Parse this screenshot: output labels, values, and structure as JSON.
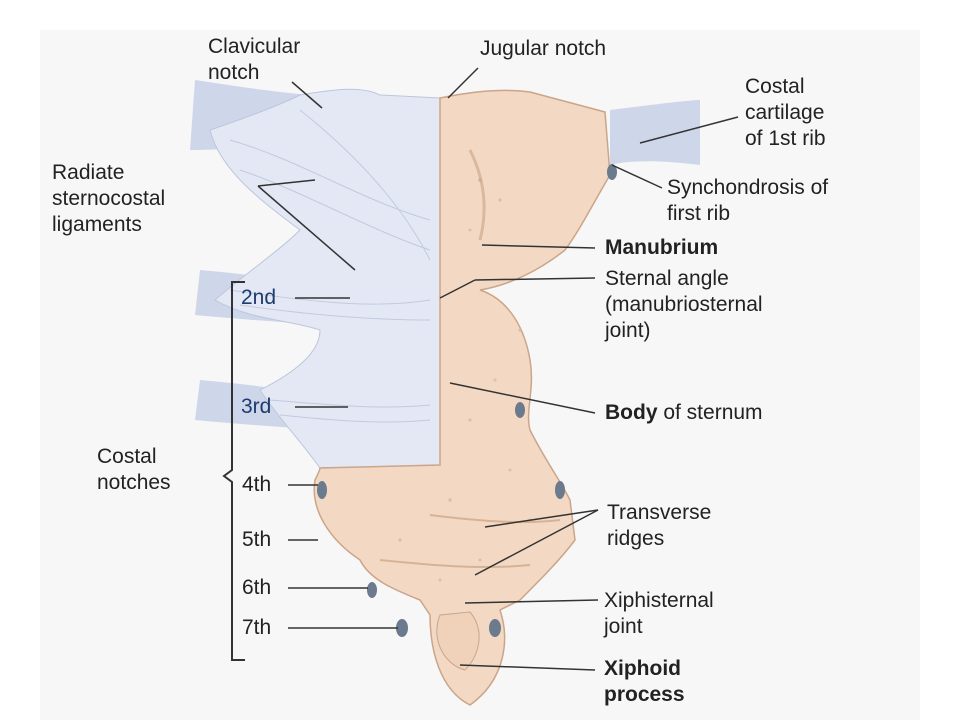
{
  "colors": {
    "bone": "#f3d9c3",
    "bone_edge": "#d9b79c",
    "cartilage": "#c9d3e8",
    "ligament": "#e3e8f4",
    "leader": "#333333",
    "background": "#ffffff",
    "panel": "#f6f6f6"
  },
  "labels": {
    "clavicular_notch": "Clavicular\nnotch",
    "jugular_notch": "Jugular notch",
    "costal_cartilage": "Costal\ncartilage\nof 1st rib",
    "radiate_ligaments": "Radiate\nsternocostal\nligaments",
    "synchondrosis": "Synchondrosis of\nfirst rib",
    "manubrium": "Manubrium",
    "sternal_angle": "Sternal angle\n(manubriosternal\njoint)",
    "body_bold": "Body",
    "body_rest": " of sternum",
    "costal_notches": "Costal\nnotches",
    "transverse_ridges": "Transverse\nridges",
    "xiphisternal": "Xiphisternal\njoint",
    "xiphoid": "Xiphoid\nprocess"
  },
  "notches": [
    "2nd",
    "3rd",
    "4th",
    "5th",
    "6th",
    "7th"
  ]
}
